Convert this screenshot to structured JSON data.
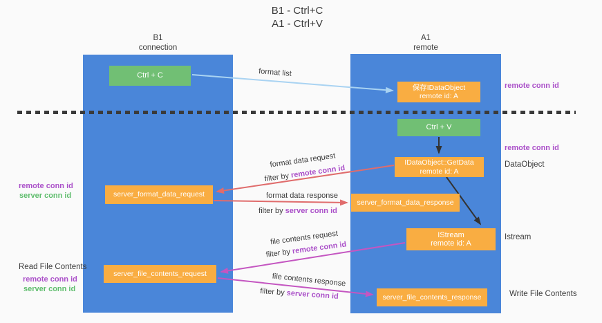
{
  "title": {
    "line1": "B1 - Ctrl+C",
    "line2": "A1 - Ctrl+V"
  },
  "lanes": {
    "left": {
      "title": "B1",
      "subtitle": "connection"
    },
    "right": {
      "title": "A1",
      "subtitle": "remote"
    }
  },
  "boxes": {
    "ctrl_c": {
      "label": "Ctrl + C"
    },
    "ctrl_v": {
      "label": "Ctrl + V"
    },
    "save_idataobject": {
      "line1": "保存IDataObject",
      "line2": "remote id: A"
    },
    "getdata": {
      "line1": "IDataObject::GetData",
      "line2": "remote id: A"
    },
    "istream": {
      "line1": "IStream",
      "line2": "remote id: A"
    },
    "server_format_data_request": {
      "label": "server_format_data_request"
    },
    "server_format_data_response": {
      "label": "server_format_data_response"
    },
    "server_file_contents_request": {
      "label": "server_file_contents_request"
    },
    "server_file_contents_response": {
      "label": "server_file_contents_response"
    }
  },
  "arrows": {
    "format_list": {
      "label": "format list"
    },
    "format_data_request": {
      "label": "format data request",
      "filter_prefix": "filter by ",
      "filter_key": "remote conn id"
    },
    "format_data_response": {
      "label": "format data response",
      "filter_prefix": "filter by ",
      "filter_key": "server conn id"
    },
    "file_contents_request": {
      "label": "file contents request",
      "filter_prefix": "filter by ",
      "filter_key": "remote conn id"
    },
    "file_contents_response": {
      "label": "file contents response",
      "filter_prefix": "filter by ",
      "filter_key": "server conn id"
    }
  },
  "side_labels": {
    "right_remote_conn_top": "remote conn id",
    "right_remote_conn_mid": "remote conn id",
    "dataobject": "DataObject",
    "istream": "Istream",
    "write_file_contents": "Write File Contents",
    "left_remote_conn_top": "remote conn id",
    "left_server_conn_top": "server conn id",
    "read_file_contents": "Read File Contents",
    "left_remote_conn_bottom": "remote conn id",
    "left_server_conn_bottom": "server conn id"
  },
  "colors": {
    "lane_blue": "#4a86d9",
    "box_green": "#71bf74",
    "box_orange": "#f9ad42",
    "arrow_blue": "#a9d3f2",
    "arrow_red": "#e06c6c",
    "arrow_magenta": "#c456c1",
    "arrow_black": "#333333",
    "label_purple": "#ab51c9",
    "label_green": "#5fbd6d",
    "text_dark": "#3c3c3c",
    "bg": "#fafafa"
  }
}
